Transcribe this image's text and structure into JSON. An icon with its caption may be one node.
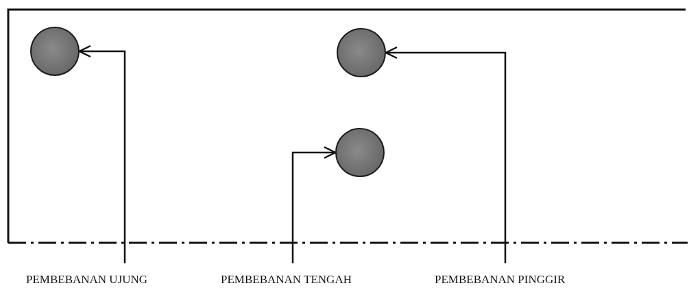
{
  "diagram": {
    "nodes": [
      {
        "text": [],
        "shape": "circle"
      },
      {
        "text": [],
        "shape": "circle"
      },
      {
        "text": [],
        "shape": "circle"
      },
      {
        "text": [
          "PEMBEBANAN UJUNG"
        ]
      },
      {
        "text": [
          "PEMBEBANAN TENGAH"
        ]
      },
      {
        "text": [
          "PEMBEBANAN PINGGIR"
        ]
      }
    ],
    "edges": [
      {
        "from": 3,
        "to": 0,
        "arrow": "to"
      },
      {
        "from": 4,
        "to": 2,
        "arrow": "to"
      },
      {
        "from": 5,
        "to": 1,
        "arrow": "to"
      }
    ]
  }
}
